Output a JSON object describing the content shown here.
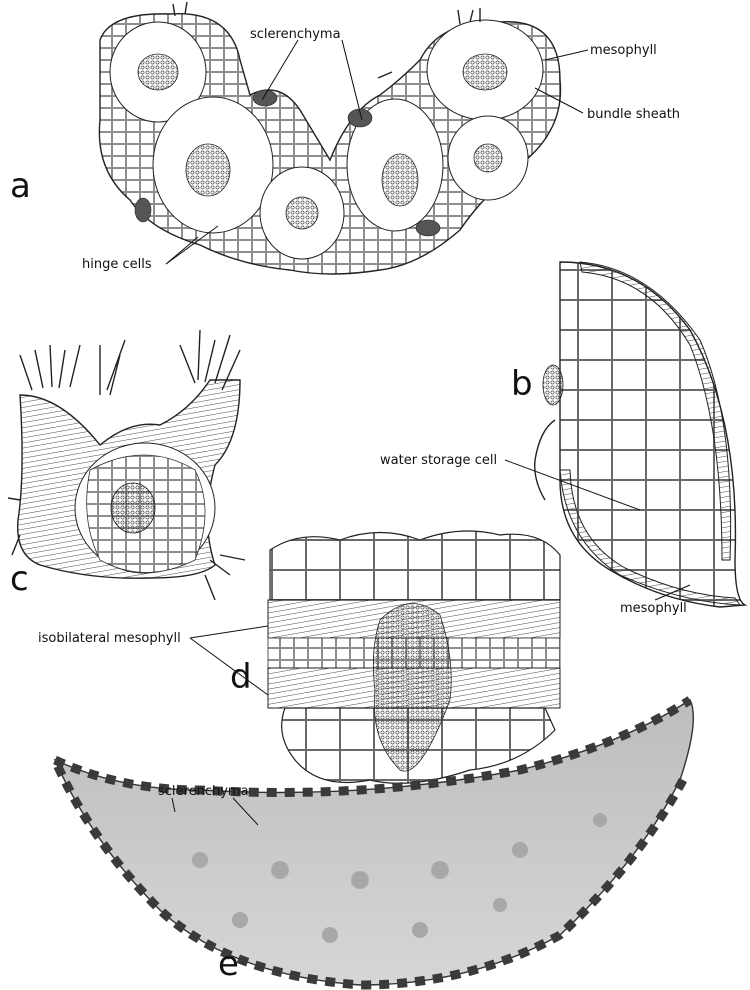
{
  "panels": {
    "a": "a",
    "b": "b",
    "c": "c",
    "d": "d",
    "e": "e"
  },
  "labels": {
    "a_sclerenchyma": "sclerenchyma",
    "a_mesophyll": "mesophyll",
    "a_bundle_sheath": "bundle sheath",
    "a_hinge_cells": "hinge cells",
    "b_water_storage": "water storage cell",
    "b_mesophyll": "mesophyll",
    "d_isobilateral": "isobilateral mesophyll",
    "e_sclerenchyma": "sclerenchyma"
  }
}
